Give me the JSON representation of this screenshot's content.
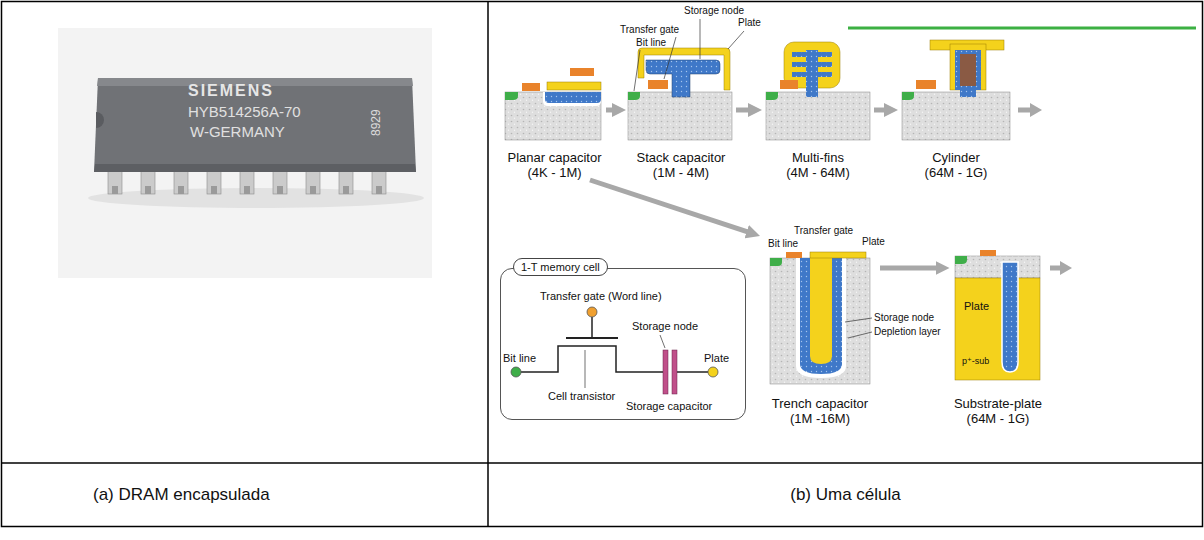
{
  "diagram": {
    "nodes": [
      {
        "text": [
          "Planar capacitor",
          "(4K - 1M)"
        ]
      },
      {
        "text": [
          "Stack capacitor",
          "(1M - 4M)"
        ]
      },
      {
        "text": [
          "Multi-fins",
          "(4M - 64M)"
        ]
      },
      {
        "text": [
          "Cylinder",
          "(64M - 1G)"
        ]
      },
      {
        "text": [
          "1-T memory cell"
        ]
      },
      {
        "text": [
          "Trench capacitor",
          "(1M -16M)"
        ]
      },
      {
        "text": [
          "Substrate-plate",
          "(64M - 1G)"
        ]
      },
      {
        "text": [
          "(a) DRAM encapsulada"
        ]
      },
      {
        "text": [
          "(b) Uma célula"
        ]
      }
    ],
    "edges": [
      {
        "from": 0,
        "to": 1,
        "arrow": "to"
      },
      {
        "from": 1,
        "to": 2,
        "arrow": "to"
      },
      {
        "from": 2,
        "to": 3,
        "arrow": "to"
      },
      {
        "from": 0,
        "to": 5,
        "arrow": "to"
      },
      {
        "from": 5,
        "to": 6,
        "arrow": "to"
      }
    ],
    "labels": [
      "SIEMENS",
      "HYB514256A-70",
      "W-GERMANY",
      "8929",
      "Storage node",
      "Plate",
      "Transfer gate",
      "Bit line",
      "Transfer gate (Word line)",
      "Storage node",
      "Bit line",
      "Plate",
      "Cell transistor",
      "Storage capacitor",
      "Transfer gate",
      "Plate",
      "Bit line",
      "Storage node",
      "Depletion layer",
      "Plate",
      "p⁺-sub"
    ]
  }
}
